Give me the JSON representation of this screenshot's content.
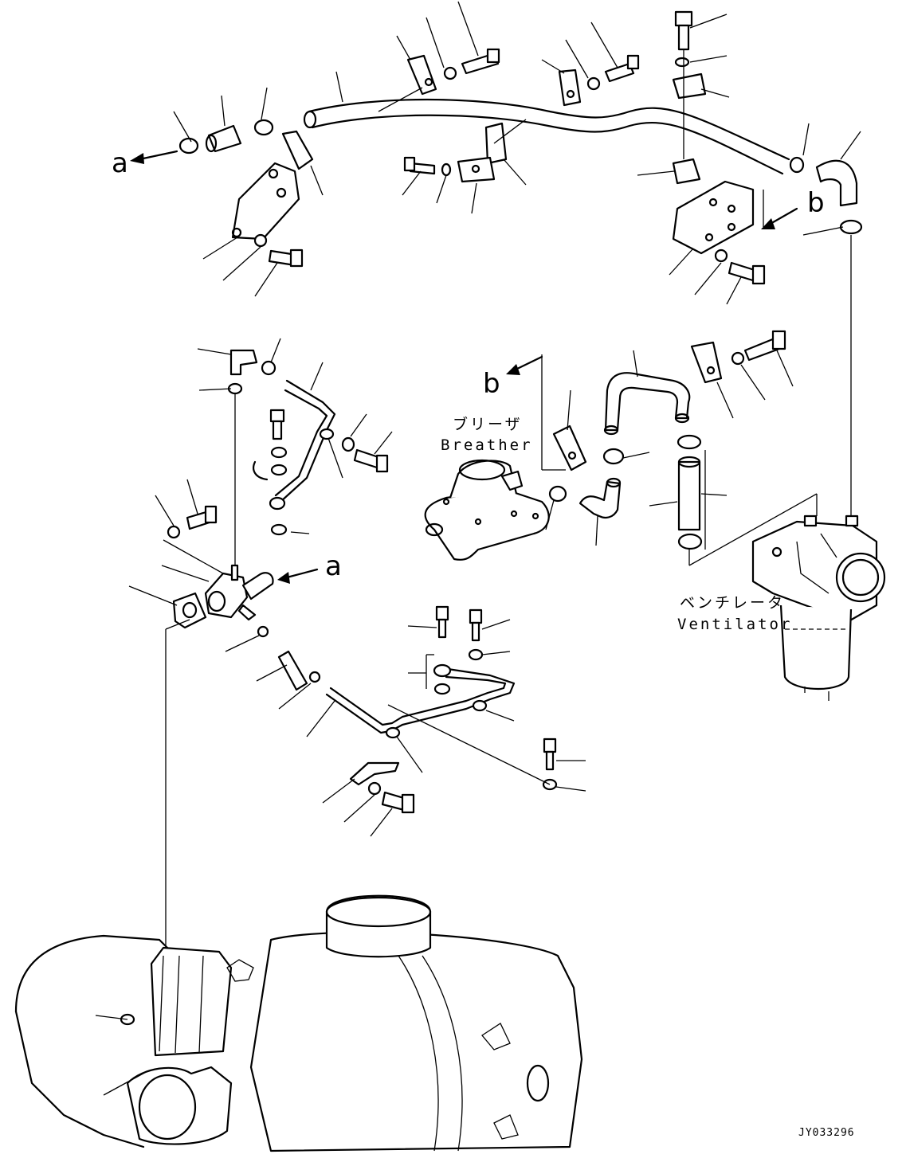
{
  "diagram": {
    "ref_a_top": "a",
    "ref_a_mid": "a",
    "ref_b_top": "b",
    "ref_b_mid": "b",
    "breather_jp": "ブリーザ",
    "breather_en": "Breather",
    "ventilator_jp": "ベンチレータ",
    "ventilator_en": "Ventilator",
    "drawing_code": "JY033296"
  }
}
